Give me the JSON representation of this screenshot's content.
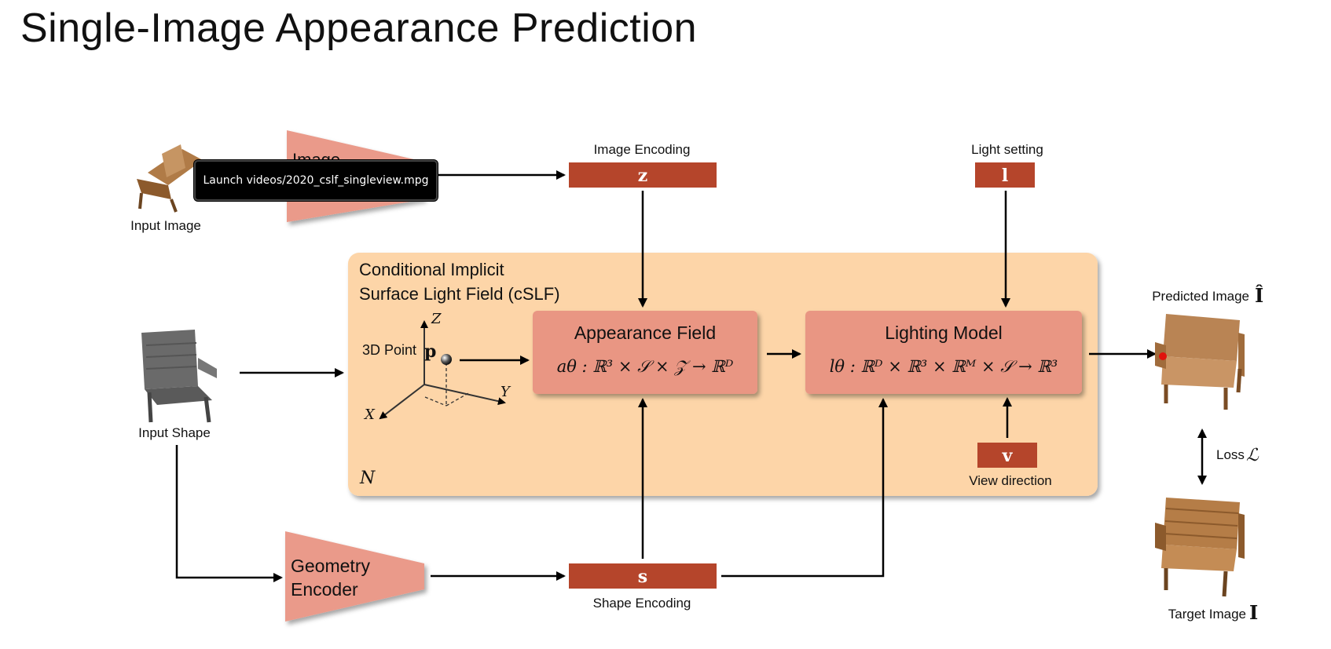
{
  "title": "Single-Image Appearance Prediction",
  "inputs": {
    "input_image": "Input Image",
    "input_shape": "Input Shape"
  },
  "encoders": {
    "image_encoder_partial": "Image",
    "geometry_encoder_line1": "Geometry",
    "geometry_encoder_line2": "Encoder"
  },
  "encodings": {
    "image_encoding_label": "Image Encoding",
    "image_encoding_symbol": "z",
    "shape_encoding_label": "Shape Encoding",
    "shape_encoding_symbol": "s",
    "light_setting_label": "Light setting",
    "light_setting_symbol": "l",
    "view_direction_label": "View direction",
    "view_direction_symbol": "v"
  },
  "cslf": {
    "title_line1": "Conditional Implicit",
    "title_line2": "Surface Light Field (cSLF)",
    "point_label": "3D Point",
    "point_symbol": "p",
    "axis_x": "X",
    "axis_y": "Y",
    "axis_z": "Z",
    "batch_label": "N"
  },
  "appearance_field": {
    "title": "Appearance Field",
    "formula": "aθ : ℝ³ × 𝒮 × 𝒵 → ℝᴰ"
  },
  "lighting_model": {
    "title": "Lighting Model",
    "formula": "lθ : ℝᴰ × ℝ³ × ℝᴹ × 𝒮 → ℝ³"
  },
  "outputs": {
    "predicted_image": "Predicted Image",
    "predicted_symbol": "Î",
    "target_image": "Target Image",
    "target_symbol": "I",
    "loss_label": "Loss",
    "loss_symbol": "ℒ"
  },
  "tooltip": "Launch videos/2020_cslf_singleview.mpg",
  "colors": {
    "encoding_box": "#b5452b",
    "cslf_panel": "#fdd5a8",
    "module_box": "#e99683",
    "encoder_trapezoid": "#ea9a8a"
  }
}
